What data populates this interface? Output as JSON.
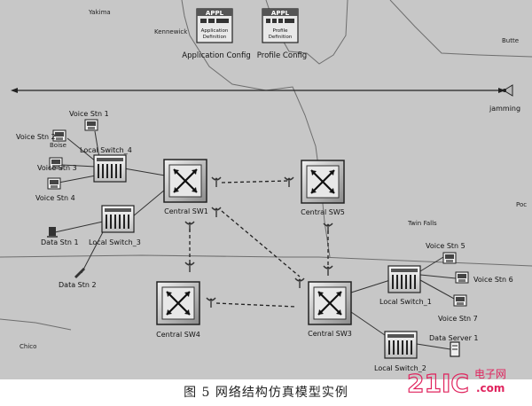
{
  "map_labels": {
    "yakima": "Yakima",
    "kennewick": "Kennewick",
    "butte": "Butte",
    "boise": "Boise",
    "twin_falls": "Twin Falls",
    "chico": "Chico",
    "poc": "Poc"
  },
  "config": {
    "app_badge": "APPL",
    "app_line1": "Application",
    "app_line2": "Definition",
    "app_label": "Application Config",
    "profile_badge": "APPL",
    "profile_line1": "Profile",
    "profile_line2": "Definition",
    "profile_label": "Profile Config"
  },
  "jamming_label": "jamming",
  "nodes": {
    "voice_stn_1": "Voice Stn 1",
    "voice_stn_2": "Voice Stn 2",
    "voice_stn_3": "Voice Stn 3",
    "voice_stn_4": "Voice Stn 4",
    "local_switch_4": "Local Switch_4",
    "local_switch_3": "Local Switch_3",
    "data_stn_1": "Data Stn 1",
    "data_stn_2": "Data Stn 2",
    "central_sw1": "Central SW1",
    "central_sw5": "Central SW5",
    "central_sw4": "Central SW4",
    "central_sw3": "Central SW3",
    "local_switch_1": "Local Switch_1",
    "local_switch_2": "Local Switch_2",
    "voice_stn_5": "Voice Stn 5",
    "voice_stn_6": "Voice Stn 6",
    "voice_stn_7": "Voice Stn 7",
    "data_server_1": "Data Server 1"
  },
  "caption": "图 5   网络结构仿真模型实例",
  "watermark": {
    "brand": "21IC",
    "brand_cn": "电子网",
    "domain": ".com"
  },
  "colors": {
    "background": "#c7c7c7",
    "border_lines": "#6e6e6e",
    "watermark": "#e0245e"
  }
}
